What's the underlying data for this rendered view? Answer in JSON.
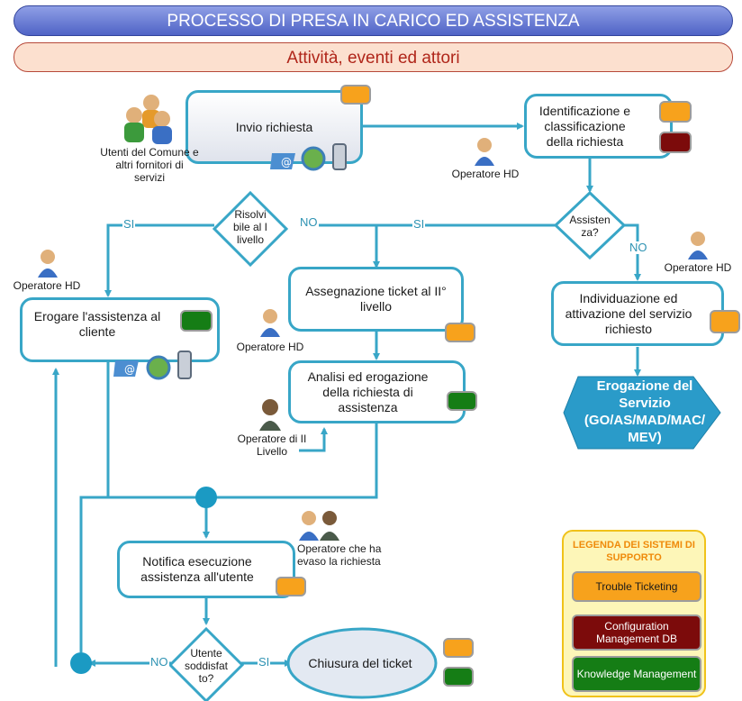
{
  "header": {
    "title": "PROCESSO DI PRESA IN CARICO ED ASSISTENZA",
    "subtitle": "Attività, eventi ed attori"
  },
  "nodes": {
    "invio": "Invio richiesta",
    "identificazione": "Identificazione e classificazione della richiesta",
    "individuazione": "Individuazione ed attivazione del servizio richiesto",
    "assegnazione": "Assegnazione ticket al II° livello",
    "erogare": "Erogare l'assistenza al cliente",
    "analisi": "Analisi ed erogazione della richiesta di assistenza",
    "notifica": "Notifica esecuzione assistenza all'utente",
    "chiusura": "Chiusura del ticket",
    "erogazione_servizio": "Erogazione del Servizio (GO/AS/MAD/MAC/ MEV)"
  },
  "decisions": {
    "assistenza": "Assisten za?",
    "risolvibile": "Risolvi bile al I livello",
    "soddisfatto": "Utente soddisfat to?"
  },
  "edge_labels": {
    "si_assistenza": "SI",
    "no_assistenza": "NO",
    "si_risolvibile": "SI",
    "no_risolvibile": "NO",
    "no_soddisfatto": "NO",
    "si_soddisfatto": "SI"
  },
  "actors": {
    "utenti": "Utenti del Comune e altri fornitori di servizi",
    "op_hd_1": "Operatore HD",
    "op_hd_2": "Operatore HD",
    "op_hd_3": "Operatore HD",
    "op_hd_4": "Operatore HD",
    "op_ii": "Operatore di II Livello",
    "op_evaso": "Operatore che ha evaso la richiesta"
  },
  "legend": {
    "title": "LEGENDA DEI SISTEMI DI SUPPORTO",
    "items": [
      "Trouble Ticketing",
      "Configuration Management DB",
      "Knowledge Management"
    ]
  },
  "colors": {
    "flow": "#38a6c7",
    "trouble_ticketing": "#f7a21c",
    "configuration_db": "#7c0b0b",
    "knowledge": "#157d15"
  }
}
